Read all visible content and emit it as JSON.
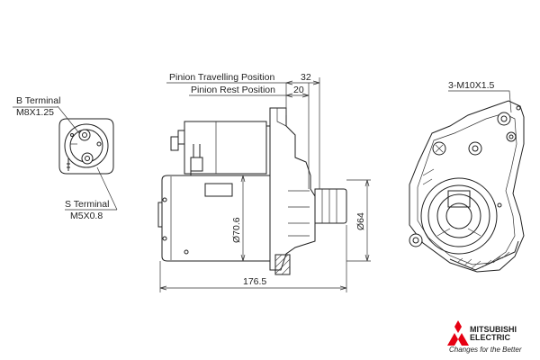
{
  "labels": {
    "pinion_travelling": "Pinion Travelling Position",
    "pinion_rest": "Pinion Rest Position",
    "b_terminal": "B Terminal",
    "b_terminal_thread": "M8X1.25",
    "s_terminal": "S Terminal",
    "s_terminal_thread": "M5X0.8",
    "bolt_holes": "3-M10X1.5"
  },
  "dimensions": {
    "travel": "32",
    "rest": "20",
    "body_diameter": "Ø70.6",
    "pinion_diameter": "Ø64",
    "overall_length": "176.5"
  },
  "brand": {
    "name_line1": "MITSUBISHI",
    "name_line2": "ELECTRIC",
    "tagline": "Changes for the Better",
    "logo_color": "#e60012"
  }
}
